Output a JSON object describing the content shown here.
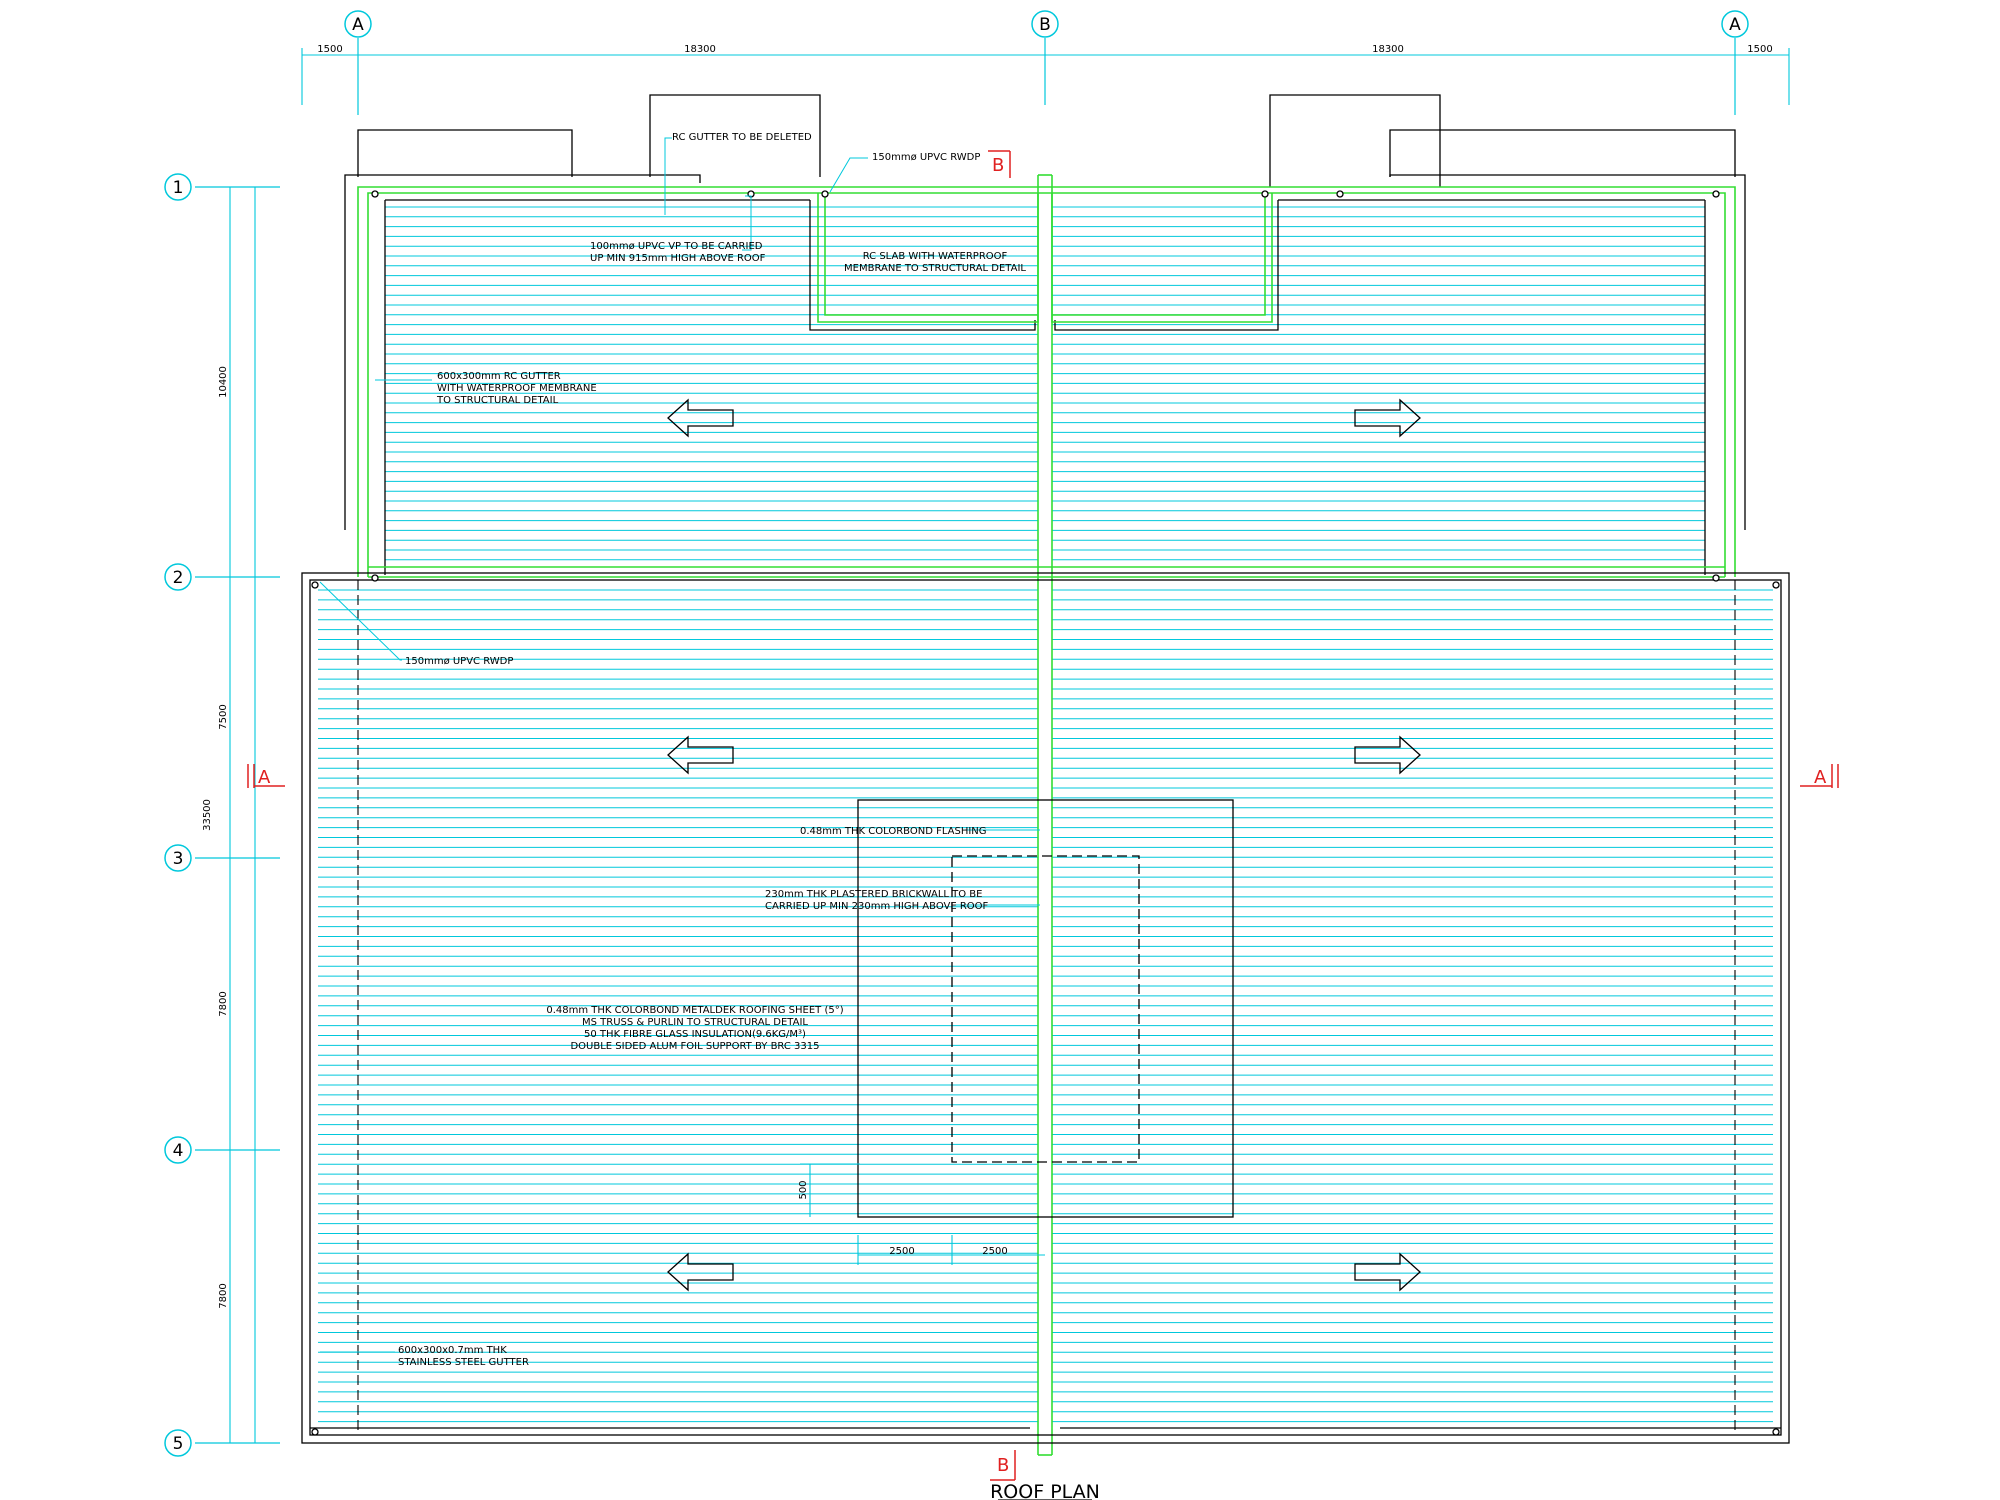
{
  "title": "ROOF PLAN",
  "colors": {
    "grid": "#00c8dc",
    "sheet": "#00c8dc",
    "gutter": "#33dd33",
    "outline": "#000000",
    "section": "#e02020"
  },
  "grid_columns": [
    "A",
    "B",
    "A"
  ],
  "grid_rows": [
    "1",
    "2",
    "3",
    "4",
    "5"
  ],
  "top_dimensions": [
    "1500",
    "18300",
    "18300",
    "1500"
  ],
  "left_dimensions": {
    "row1_row2": "10400",
    "row2_row3": "7500",
    "row3_row4": "7800",
    "row4_row5": "7800",
    "overall": "33500"
  },
  "skylight_dimensions": {
    "height": "500",
    "width_left": "2500",
    "width_right": "2500"
  },
  "section_marks": {
    "left": "A",
    "right": "A",
    "top": "B",
    "bottom": "B"
  },
  "notes": {
    "rc_gutter_deleted": "RC GUTTER TO BE DELETED",
    "rwdp_top": "150mmø UPVC RWDP",
    "rc_slab_1": "RC SLAB WITH WATERPROOF",
    "rc_slab_2": "MEMBRANE TO STRUCTURAL DETAIL",
    "vp_1": "100mmø UPVC VP TO BE CARRIED",
    "vp_2": "UP MIN 915mm HIGH ABOVE ROOF",
    "rc_gutter_1": "600x300mm RC GUTTER",
    "rc_gutter_2": "WITH WATERPROOF MEMBRANE",
    "rc_gutter_3": "TO STRUCTURAL DETAIL",
    "rwdp_left": "150mmø UPVC RWDP",
    "flashing": "0.48mm THK COLORBOND FLASHING",
    "brickwall_1": "230mm THK PLASTERED BRICKWALL TO BE",
    "brickwall_2": "CARRIED UP MIN 230mm HIGH ABOVE ROOF",
    "roofing_1": "0.48mm THK COLORBOND METALDEK ROOFING SHEET (5°)",
    "roofing_2": "MS TRUSS & PURLIN TO STRUCTURAL DETAIL",
    "roofing_3": "50 THK FIBRE GLASS INSULATION(9.6KG/M³)",
    "roofing_4": "DOUBLE SIDED ALUM FOIL SUPPORT BY BRC 3315",
    "ss_gutter_1": "600x300x0.7mm THK",
    "ss_gutter_2": "STAINLESS STEEL GUTTER"
  }
}
